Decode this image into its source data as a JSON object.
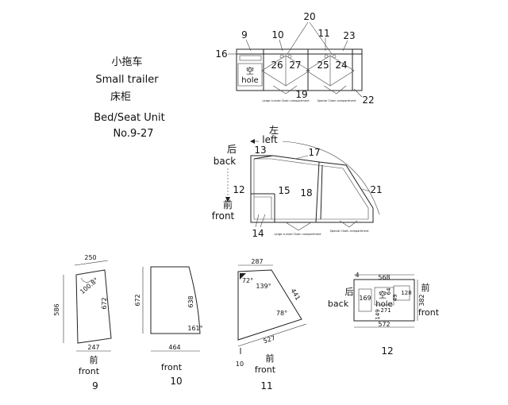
{
  "title": {
    "cn": "小拖车",
    "en": "Small trailer",
    "sub_cn": "床柜",
    "sub_en": "Bed/Seat Unit",
    "number": "No.9-27"
  },
  "top_view": {
    "labels": {
      "p9": "9",
      "p10": "10",
      "p11": "11",
      "p16": "16",
      "p19": "19",
      "p20": "20",
      "p22": "22",
      "p23": "23",
      "p24": "24",
      "p25": "25",
      "p26": "26",
      "p27": "27"
    },
    "hole_cn": "空",
    "hole_en": "hole",
    "small_note_left": "Large curved Chain compartment",
    "small_note_right": "Special Chain compartment"
  },
  "plan_view": {
    "left_cn": "左",
    "left_en": "left",
    "back_cn": "后",
    "back_en": "back",
    "front_cn": "前",
    "front_en": "front",
    "labels": {
      "p12": "12",
      "p13": "13",
      "p14": "14",
      "p15": "15",
      "p17": "17",
      "p18": "18",
      "p21": "21"
    },
    "note_left": "Large curved Chain compartment",
    "note_right": "Special Chain compartment"
  },
  "part9": {
    "dims": {
      "top": "250",
      "left": "586",
      "right": "672",
      "bottom": "247",
      "angle": "100.8°"
    },
    "front_cn": "前",
    "front_en": "front",
    "caption": "9"
  },
  "part10": {
    "dims": {
      "left": "672",
      "right": "638",
      "bottom": "464",
      "angle": "161°"
    },
    "front_en": "front",
    "caption": "10"
  },
  "part11": {
    "dims": {
      "top": "287",
      "side": "441",
      "bottom": "527",
      "a1": "72°",
      "a2": "139°",
      "a3": "78°"
    },
    "front_cn": "前",
    "front_en": "front",
    "caption": "11",
    "marker": "10"
  },
  "part12": {
    "dims": {
      "top": "568",
      "left_inner": "169",
      "d64": "64",
      "d49": "49",
      "d128": "128",
      "d271": "271",
      "d149": "149",
      "right": "382",
      "bottom": "572",
      "corner": "4"
    },
    "hole_cn": "空",
    "hole_en": "hole",
    "back_cn": "后",
    "back_en": "back",
    "front_cn": "前",
    "front_en": "front",
    "caption": "12"
  }
}
